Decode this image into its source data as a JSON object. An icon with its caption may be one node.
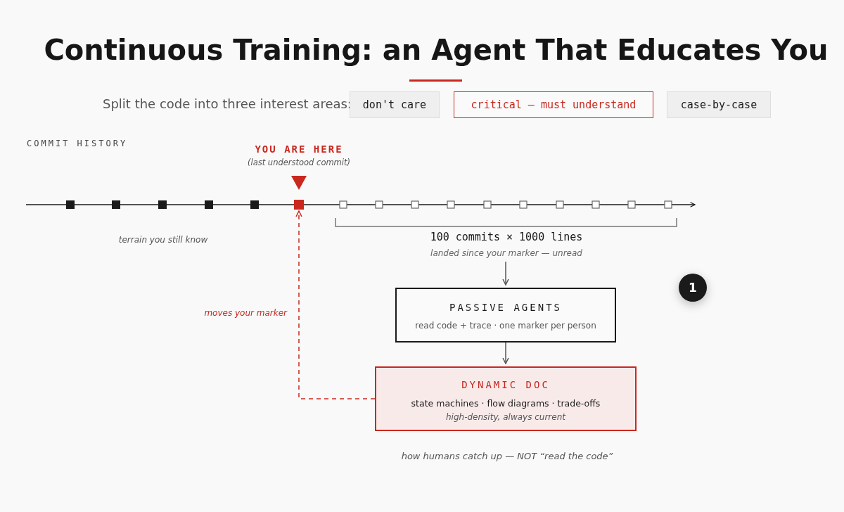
{
  "diagram": {
    "title": "Continuous Training: an Agent That Educates You",
    "nodes": [
      {
        "text": [
          "don't care"
        ]
      },
      {
        "text": [
          "critical — must understand"
        ]
      },
      {
        "text": [
          "case-by-case"
        ]
      },
      {
        "text": [
          "100 commits × 1000 lines",
          "landed since your marker — unread"
        ]
      },
      {
        "text": [
          "PASSIVE AGENTS",
          "read code + trace · one marker per person"
        ]
      },
      {
        "text": [
          "DYNAMIC DOC",
          "state machines · flow diagrams · trade-offs",
          "high-density, always current"
        ],
        "beside": [
          "how humans catch up — NOT “read the code”"
        ]
      },
      {
        "text": [],
        "shape": "box",
        "beside": [
          "YOU ARE HERE",
          "(last understood commit)"
        ]
      }
    ],
    "edges": [
      {
        "from": 3,
        "to": 4,
        "arrow": "to"
      },
      {
        "from": 4,
        "to": 5,
        "arrow": "to"
      },
      {
        "from": 5,
        "to": 6,
        "arrow": "to",
        "label": "moves your marker",
        "style": "dashed",
        "color": "#c8281e"
      }
    ],
    "labels": [
      "Split the code into three interest areas:",
      "COMMIT HISTORY",
      "terrain you still know",
      "1"
    ]
  }
}
